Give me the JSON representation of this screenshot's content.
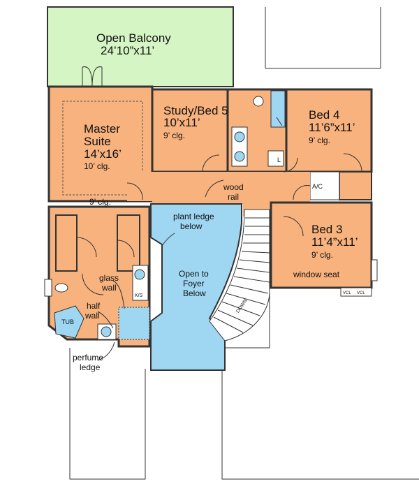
{
  "colors": {
    "room_fill": "#f7b27e",
    "balcony_fill": "#d5f5c4",
    "open_fill": "#9fd6f2",
    "wall": "#333333",
    "white": "#ffffff"
  },
  "rooms": {
    "balcony": {
      "name": "Open Balcony",
      "dims": "24’10”x11’"
    },
    "master": {
      "name_1": "Master",
      "name_2": "Suite",
      "dims": "14’x16’",
      "ceiling": "10’ clg."
    },
    "study": {
      "name": "Study/Bed 5",
      "dims": "10’x11’",
      "ceiling": "9’ clg."
    },
    "bed4": {
      "name": "Bed 4",
      "dims": "11’6”x11’",
      "ceiling": "9’ clg."
    },
    "bed3": {
      "name": "Bed 3",
      "dims": "11’4”x11’",
      "ceiling": "9’ clg."
    },
    "open_foyer": {
      "line_1": "Open to",
      "line_2": "Foyer",
      "line_3": "Below"
    },
    "hall_ceiling": "9’ clg."
  },
  "notes": {
    "wood_rail_1": "wood",
    "wood_rail_2": "rail",
    "plant_ledge_1": "plant ledge",
    "plant_ledge_2": "below",
    "glass_wall_1": "glass",
    "glass_wall_2": "wall",
    "half_wall_1": "half",
    "half_wall_2": "wall",
    "perfume_1": "perfume",
    "perfume_2": "ledge",
    "window_seat": "window seat",
    "tub": "TUB",
    "ac": "A/C",
    "ks": "K/S",
    "linen": "L",
    "down": "DOWN",
    "vcl_1": "VCL",
    "vcl_2": "VCL"
  }
}
